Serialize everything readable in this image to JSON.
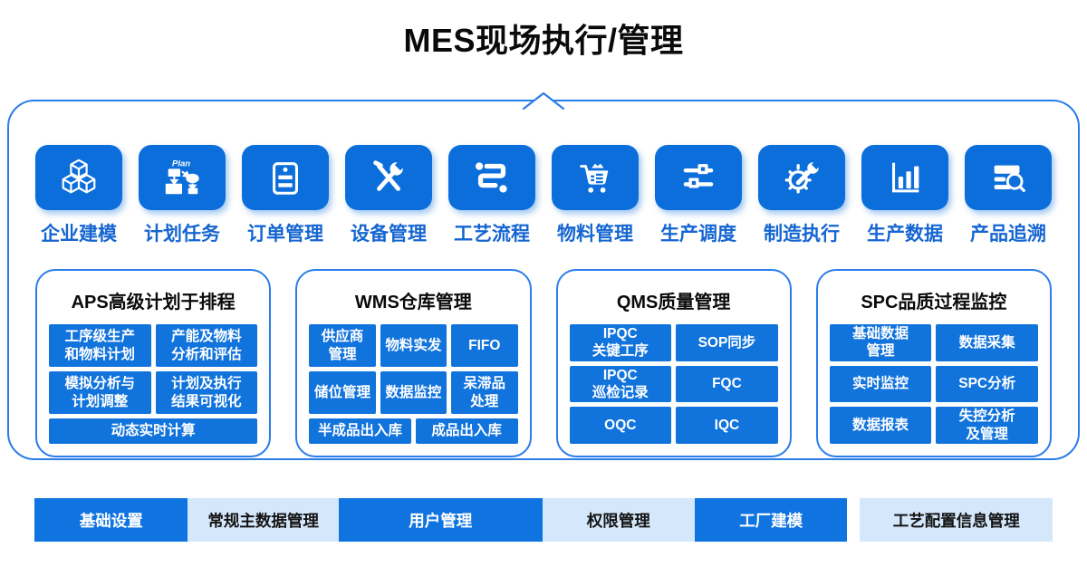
{
  "title": "MES现场执行/管理",
  "colors": {
    "border_blue": "#2b7de9",
    "tile_blue": "#0c6edb",
    "box_blue": "#1173dc",
    "bar_blue": "#0f74e0",
    "bar_light_blue": "#d5e8fb",
    "label_blue": "#1566d0"
  },
  "plan_icon_text": "Plan",
  "modules": [
    {
      "label": "企业建模",
      "icon": "cubes-icon"
    },
    {
      "label": "计划任务",
      "icon": "plan-flowchart-icon"
    },
    {
      "label": "订单管理",
      "icon": "clipboard-icon"
    },
    {
      "label": "设备管理",
      "icon": "tools-icon"
    },
    {
      "label": "工艺流程",
      "icon": "process-flow-icon"
    },
    {
      "label": "物料管理",
      "icon": "cart-icon"
    },
    {
      "label": "生产调度",
      "icon": "sliders-icon"
    },
    {
      "label": "制造执行",
      "icon": "gear-wrench-icon"
    },
    {
      "label": "生产数据",
      "icon": "bar-chart-icon"
    },
    {
      "label": "产品追溯",
      "icon": "doc-search-icon"
    }
  ],
  "panels": [
    {
      "title": "APS高级计划于排程",
      "rows": [
        {
          "cells": [
            {
              "lines": [
                "工序级生产",
                "和物料计划"
              ]
            },
            {
              "lines": [
                "产能及物料",
                "分析和评估"
              ]
            }
          ]
        },
        {
          "cells": [
            {
              "lines": [
                "模拟分析与",
                "计划调整"
              ]
            },
            {
              "lines": [
                "计划及执行",
                "结果可视化"
              ]
            }
          ]
        },
        {
          "compact": true,
          "cells": [
            {
              "lines": [
                "动态实时计算"
              ]
            }
          ]
        }
      ]
    },
    {
      "title": "WMS仓库管理",
      "rows": [
        {
          "cells": [
            {
              "lines": [
                "供应商",
                "管理"
              ]
            },
            {
              "lines": [
                "物料实发"
              ]
            },
            {
              "lines": [
                "FIFO"
              ]
            }
          ]
        },
        {
          "cells": [
            {
              "lines": [
                "储位管理"
              ]
            },
            {
              "lines": [
                "数据监控"
              ]
            },
            {
              "lines": [
                "呆滞品",
                "处理"
              ]
            }
          ]
        },
        {
          "compact": true,
          "cells": [
            {
              "lines": [
                "半成品出入库"
              ]
            },
            {
              "lines": [
                "成品出入库"
              ]
            }
          ]
        }
      ]
    },
    {
      "title": "QMS质量管理",
      "rows": [
        {
          "cells": [
            {
              "lines": [
                "IPQC",
                "关键工序"
              ]
            },
            {
              "lines": [
                "SOP同步"
              ]
            }
          ]
        },
        {
          "cells": [
            {
              "lines": [
                "IPQC",
                "巡检记录"
              ]
            },
            {
              "lines": [
                "FQC"
              ]
            }
          ]
        },
        {
          "cells": [
            {
              "lines": [
                "OQC"
              ]
            },
            {
              "lines": [
                "IQC"
              ]
            }
          ]
        }
      ]
    },
    {
      "title": "SPC品质过程监控",
      "rows": [
        {
          "cells": [
            {
              "lines": [
                "基础数据",
                "管理"
              ]
            },
            {
              "lines": [
                "数据采集"
              ]
            }
          ]
        },
        {
          "cells": [
            {
              "lines": [
                "实时监控"
              ]
            },
            {
              "lines": [
                "SPC分析"
              ]
            }
          ]
        },
        {
          "cells": [
            {
              "lines": [
                "数据报表"
              ]
            },
            {
              "lines": [
                "失控分析",
                "及管理"
              ]
            }
          ]
        }
      ]
    }
  ],
  "bottom_bar": {
    "items": [
      {
        "label": "基础设置",
        "variant": "solid"
      },
      {
        "label": "常规主数据管理",
        "variant": "light"
      },
      {
        "label": "用户管理",
        "variant": "solid"
      },
      {
        "label": "权限管理",
        "variant": "light"
      },
      {
        "label": "工厂建模",
        "variant": "solid"
      },
      {
        "label": "工艺配置信息管理",
        "variant": "light"
      }
    ]
  }
}
